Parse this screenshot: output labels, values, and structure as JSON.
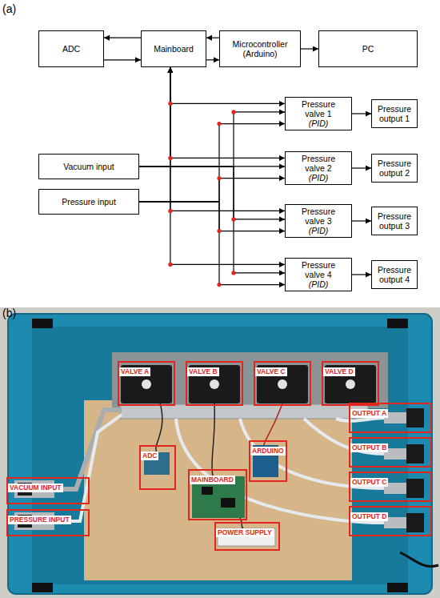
{
  "diagram": {
    "nodes": [
      {
        "text": [
          "ADC"
        ]
      },
      {
        "text": [
          "Mainboard"
        ]
      },
      {
        "text": [
          "Microcontroller (Arduino)"
        ]
      },
      {
        "text": [
          "PC"
        ]
      },
      {
        "text": [
          "Pressure valve 1",
          "(PID)"
        ]
      },
      {
        "text": [
          "Pressure output 1"
        ]
      },
      {
        "text": [
          "Vacuum input"
        ]
      },
      {
        "text": [
          "Pressure valve 2",
          "(PID)"
        ]
      },
      {
        "text": [
          "Pressure output 2"
        ]
      },
      {
        "text": [
          "Pressure input"
        ]
      },
      {
        "text": [
          "Pressure valve 3",
          "(PID)"
        ]
      },
      {
        "text": [
          "Pressure output 3"
        ]
      },
      {
        "text": [
          "Pressure valve 4",
          "(PID)"
        ]
      },
      {
        "text": [
          "Pressure output 4"
        ]
      },
      {
        "text": [
          "VALVE A"
        ]
      },
      {
        "text": [
          "VALVE B"
        ]
      },
      {
        "text": [
          "VALVE C"
        ]
      },
      {
        "text": [
          "VALVE D"
        ]
      },
      {
        "text": [
          "OUTPUT A"
        ]
      },
      {
        "text": [
          "VACUUM INPUT"
        ]
      },
      {
        "text": [
          "ADC"
        ]
      },
      {
        "text": [
          "MAINBOARD"
        ]
      },
      {
        "text": [
          "ARDUINO"
        ]
      },
      {
        "text": [
          "OUTPUT B"
        ]
      },
      {
        "text": [
          "OUTPUT C"
        ]
      },
      {
        "text": [
          "PRESSURE INPUT"
        ]
      },
      {
        "text": [
          "OUTPUT D"
        ]
      },
      {
        "text": [
          "POWER SUPPLY"
        ]
      }
    ],
    "edges": [
      {
        "from": 1,
        "to": 0,
        "arrow": "to"
      },
      {
        "from": 0,
        "to": 1,
        "arrow": "to"
      },
      {
        "from": 2,
        "to": 1,
        "arrow": "to"
      },
      {
        "from": 1,
        "to": 2,
        "arrow": "to"
      },
      {
        "from": 2,
        "to": 3,
        "arrow": "to"
      },
      {
        "from": 1,
        "to": 4,
        "arrow": "both"
      },
      {
        "from": 1,
        "to": 7,
        "arrow": "both"
      },
      {
        "from": 1,
        "to": 10,
        "arrow": "both"
      },
      {
        "from": 1,
        "to": 12,
        "arrow": "both"
      },
      {
        "from": 6,
        "to": 4,
        "arrow": "to"
      },
      {
        "from": 6,
        "to": 7,
        "arrow": "to"
      },
      {
        "from": 6,
        "to": 10,
        "arrow": "to"
      },
      {
        "from": 6,
        "to": 12,
        "arrow": "to"
      },
      {
        "from": 9,
        "to": 4,
        "arrow": "to"
      },
      {
        "from": 9,
        "to": 7,
        "arrow": "to"
      },
      {
        "from": 9,
        "to": 10,
        "arrow": "to"
      },
      {
        "from": 9,
        "to": 12,
        "arrow": "to"
      },
      {
        "from": 4,
        "to": 5,
        "arrow": "to"
      },
      {
        "from": 7,
        "to": 8,
        "arrow": "to"
      },
      {
        "from": 10,
        "to": 11,
        "arrow": "to"
      },
      {
        "from": 12,
        "to": 13,
        "arrow": "to"
      }
    ],
    "labels": [
      "(a)",
      "(b)"
    ]
  }
}
